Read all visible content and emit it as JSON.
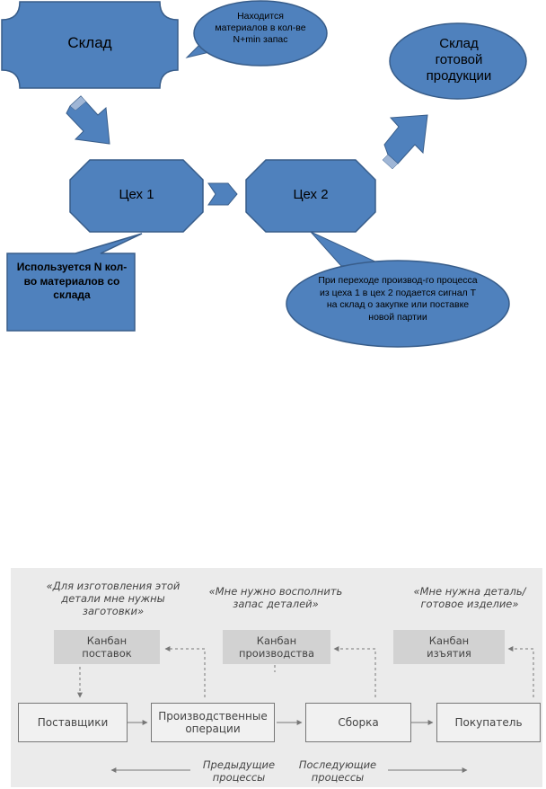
{
  "diagram1": {
    "warehouse": "Склад",
    "warehouse_note": "Находится материалов в кол-ве N+min запас",
    "finished_goods": "Склад готовой продукции",
    "shop1": "Цех 1",
    "shop2": "Цех 2",
    "usage_note": "Используется N кол-во материалов со склада",
    "signal_note": "При переходе производ-го процесса из цеха 1 в цех 2 подается сигнал Т на склад о закупке или поставке новой партии",
    "colors": {
      "fill": "#4f81bd",
      "stroke": "#385d8a"
    }
  },
  "diagram2": {
    "quotes": [
      "«Для изготовления этой детали мне нужны заготовки»",
      "«Мне нужно восполнить запас деталей»",
      "«Мне нужна деталь/готовое изделие»"
    ],
    "kanbans": [
      "Канбан поставок",
      "Канбан производства",
      "Канбан изъятия"
    ],
    "processes": [
      "Поставщики",
      "Производственные операции",
      "Сборка",
      "Покупатель"
    ],
    "previous": "Предыдущие процессы",
    "following": "Последующие процессы",
    "colors": {
      "panel": "#ebebeb",
      "kanban": "#d2d2d2"
    }
  }
}
